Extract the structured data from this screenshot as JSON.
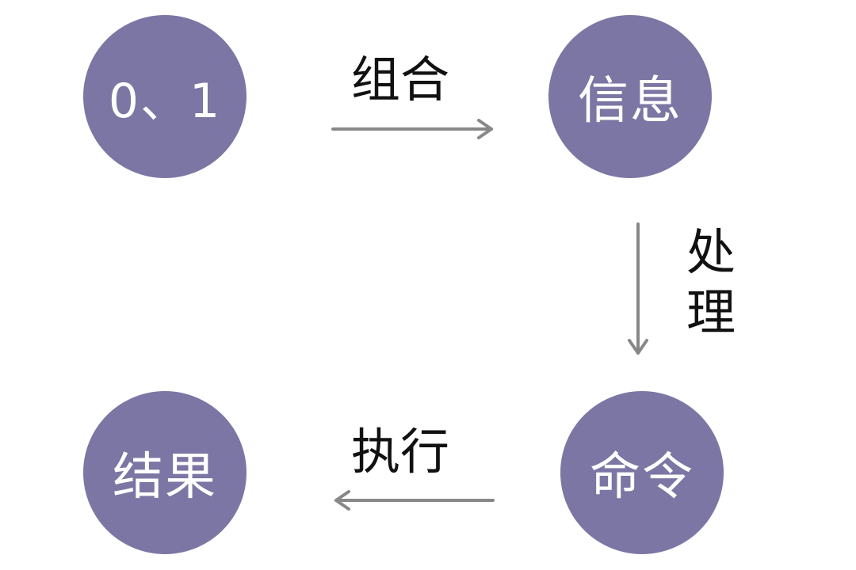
{
  "nodes": {
    "bits": "0、1",
    "information": "信息",
    "command": "命令",
    "result": "结果"
  },
  "edges": {
    "combine": "组合",
    "process_1": "处",
    "process_2": "理",
    "execute": "执行"
  },
  "colors": {
    "node_fill": "#7b76a3",
    "arrow": "#888888"
  }
}
